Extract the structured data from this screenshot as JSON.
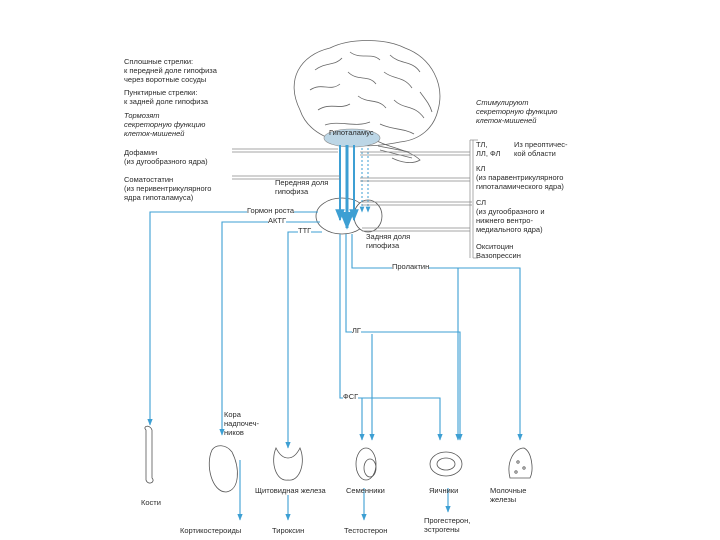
{
  "legend": {
    "solid_arrows": "Сплошные стрелки:\nк передней доле гипофиза\nчерез воротные сосуды",
    "dotted_arrows": "Пунктирные стрелки:\nк задней доле гипофиза",
    "inhibit": "Тормозят\nсекреторную функцию\nклеток-мишеней",
    "stimulate": "Стимулируют\nсекреторную функцию\nклеток-мишеней"
  },
  "inhibitors": {
    "dopamine": "Дофамин\n(из дугообразного ядра)",
    "somatostatin": "Соматостатин\n(из перивентрикулярного\nядра гипоталамуса)"
  },
  "stimulators": {
    "tl_ll_fl": "ТЛ,\nЛЛ, ФЛ",
    "preoptic": "Из преоптичес-\nкой области",
    "kl": "КЛ\n(из паравентрикулярного\nгипоталамического ядра)",
    "sl": "СЛ\n(из дугообразного и\nнижнего вентро-\nмедиального ядра)",
    "oxytocin": "Окситоцин\nВазопрессин"
  },
  "structures": {
    "hypothalamus": "Гипоталамус",
    "anterior": "Передняя доля\nгипофиза",
    "posterior": "Задняя доля\nгипофиза"
  },
  "hormones": {
    "gh": "Гормон роста",
    "acth": "АКТГ",
    "tsh": "ТТГ",
    "prolactin": "Пролактин",
    "lh": "ЛГ",
    "fsh": "ФСГ"
  },
  "targets": {
    "bones": "Кости",
    "adrenal": "Кора\nнадпочеч-\nников",
    "thyroid": "Щитовидная железа",
    "testes": "Семенники",
    "ovaries": "Яичники",
    "mammary": "Молочные\nжелезы"
  },
  "products": {
    "corticosteroids": "Кортикостероиды",
    "thyroxine": "Тироксин",
    "testosterone": "Тестостерон",
    "progesterone": "Прогестерон,\nэстрогены"
  },
  "colors": {
    "arrow": "#3d9fd3",
    "hypothalamus": "#bcd6e6",
    "outline": "#555555"
  }
}
